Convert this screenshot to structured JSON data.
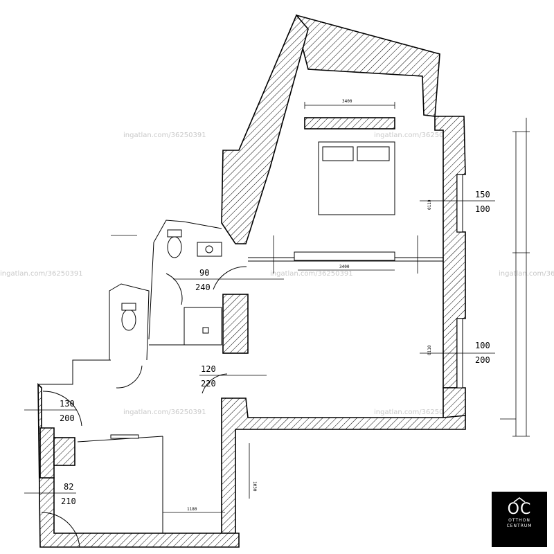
{
  "watermark": "ingatlan.com/36250391",
  "doors": [
    {
      "id": "d1",
      "w": "150",
      "h": "100"
    },
    {
      "id": "d2",
      "w": "100",
      "h": "200"
    },
    {
      "id": "d3",
      "w": "90",
      "h": "240"
    },
    {
      "id": "d4",
      "w": "120",
      "h": "220"
    },
    {
      "id": "d5",
      "w": "130",
      "h": "200"
    },
    {
      "id": "d6",
      "w": "82",
      "h": "210"
    }
  ],
  "window_heights": [
    "0110",
    "0110"
  ],
  "dimensions": {
    "bedroom_width": "3400",
    "bedroom_depth": "3400",
    "bottom_width": "1180",
    "bottom_side": "1030"
  },
  "logo": {
    "mark": "OC",
    "line1": "OTTHON",
    "line2": "CENTRUM"
  }
}
